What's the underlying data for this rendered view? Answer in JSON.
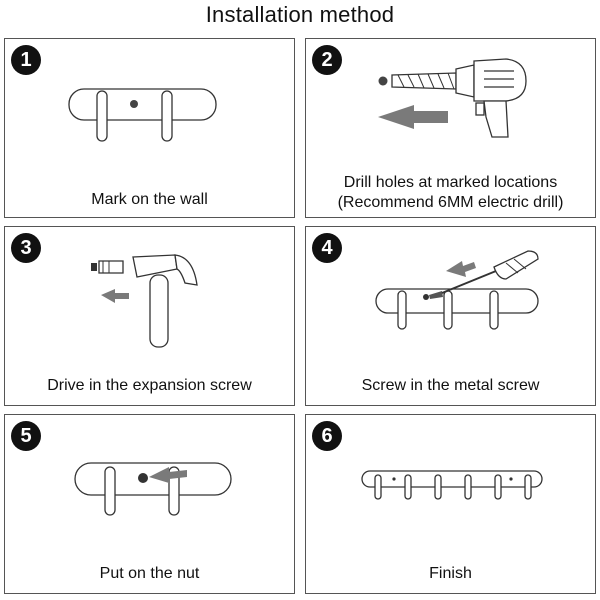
{
  "title": "Installation method",
  "steps": [
    {
      "number": "1",
      "caption": "Mark on the wall"
    },
    {
      "number": "2",
      "caption_line1": "Drill holes at marked locations",
      "caption_line2": "(Recommend 6MM electric drill)"
    },
    {
      "number": "3",
      "caption": "Drive in the expansion screw"
    },
    {
      "number": "4",
      "caption": "Screw in the metal screw"
    },
    {
      "number": "5",
      "caption": "Put on the nut"
    },
    {
      "number": "6",
      "caption": "Finish"
    }
  ]
}
